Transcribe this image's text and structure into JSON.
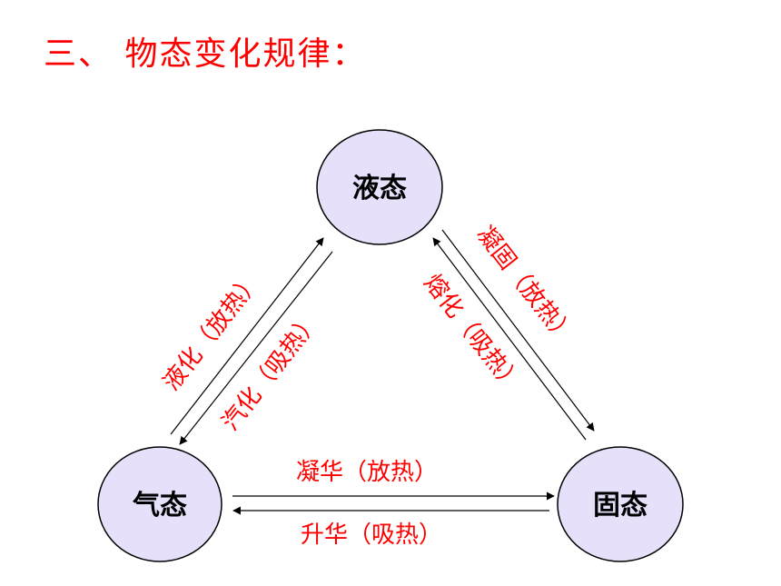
{
  "title": "三、 物态变化规律：",
  "nodes": {
    "liquid": "液态",
    "gas": "气态",
    "solid": "固态"
  },
  "edges": {
    "liquefaction": "液化（放热）",
    "vaporization": "汽化（吸热）",
    "solidification": "凝固（放热）",
    "melting": "熔化（吸热）",
    "desublimation": "凝华（放热）",
    "sublimation": "升华（吸热）"
  },
  "colors": {
    "title": "#ff0000",
    "node_fill": "#e6e0fa",
    "node_stroke": "#000000",
    "edge_label": "#ff0000",
    "arrow": "#000000"
  }
}
